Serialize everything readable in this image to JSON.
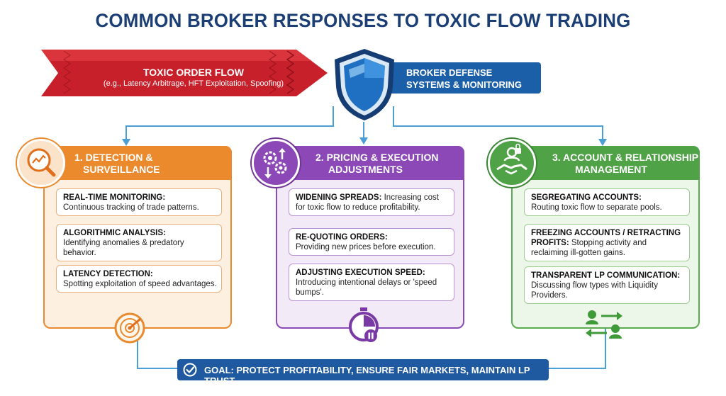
{
  "title": "COMMON BROKER RESPONSES TO TOXIC FLOW TRADING",
  "toxic": {
    "heading": "TOXIC ORDER FLOW",
    "examples": "(e.g., Latency Arbitrage, HFT Exploitation, Spoofing)"
  },
  "defense": {
    "line1": "BROKER DEFENSE",
    "line2": "SYSTEMS & MONITORING"
  },
  "panels": [
    {
      "title_line1": "1. DETECTION &",
      "title_line2": "SURVEILLANCE",
      "icon": "magnifier-chart-icon",
      "footer_icon": "radar-icon",
      "accent": "#e98a2f",
      "items": [
        {
          "label": "REAL-TIME MONITORING:",
          "text": "Continuous tracking of trade patterns."
        },
        {
          "label": "ALGORITHMIC ANALYSIS:",
          "text": "Identifying anomalies & predatory behavior."
        },
        {
          "label": "LATENCY DETECTION:",
          "text": "Spotting exploitation of speed advantages."
        }
      ]
    },
    {
      "title_line1": "2. PRICING & EXECUTION",
      "title_line2": "ADJUSTMENTS",
      "icon": "gears-arrows-icon",
      "footer_icon": "stopwatch-pause-icon",
      "accent": "#8a4bb8",
      "items": [
        {
          "label": "WIDENING SPREADS:",
          "text": "Increasing cost for toxic flow to reduce profitability."
        },
        {
          "label": "RE-QUOTING ORDERS:",
          "text": "Providing new prices before execution."
        },
        {
          "label": "ADJUSTING EXECUTION SPEED:",
          "text": "Introducing intentional delays or 'speed bumps'."
        }
      ]
    },
    {
      "title_line1": "3. ACCOUNT & RELATIONSHIP",
      "title_line2": "MANAGEMENT",
      "icon": "handshake-lock-icon",
      "footer_icon": "exchange-users-icon",
      "accent": "#5aab4f",
      "items": [
        {
          "label": "SEGREGATING ACCOUNTS:",
          "text": "Routing toxic flow to separate pools."
        },
        {
          "label": "FREEZING ACCOUNTS / RETRACTING PROFITS:",
          "text": "Stopping activity and reclaiming ill-gotten gains."
        },
        {
          "label": "TRANSPARENT LP COMMUNICATION:",
          "text": "Discussing flow types with Liquidity Providers."
        }
      ]
    }
  ],
  "goal": "GOAL: PROTECT PROFITABILITY, ENSURE FAIR MARKETS, MAINTAIN LP TRUST"
}
